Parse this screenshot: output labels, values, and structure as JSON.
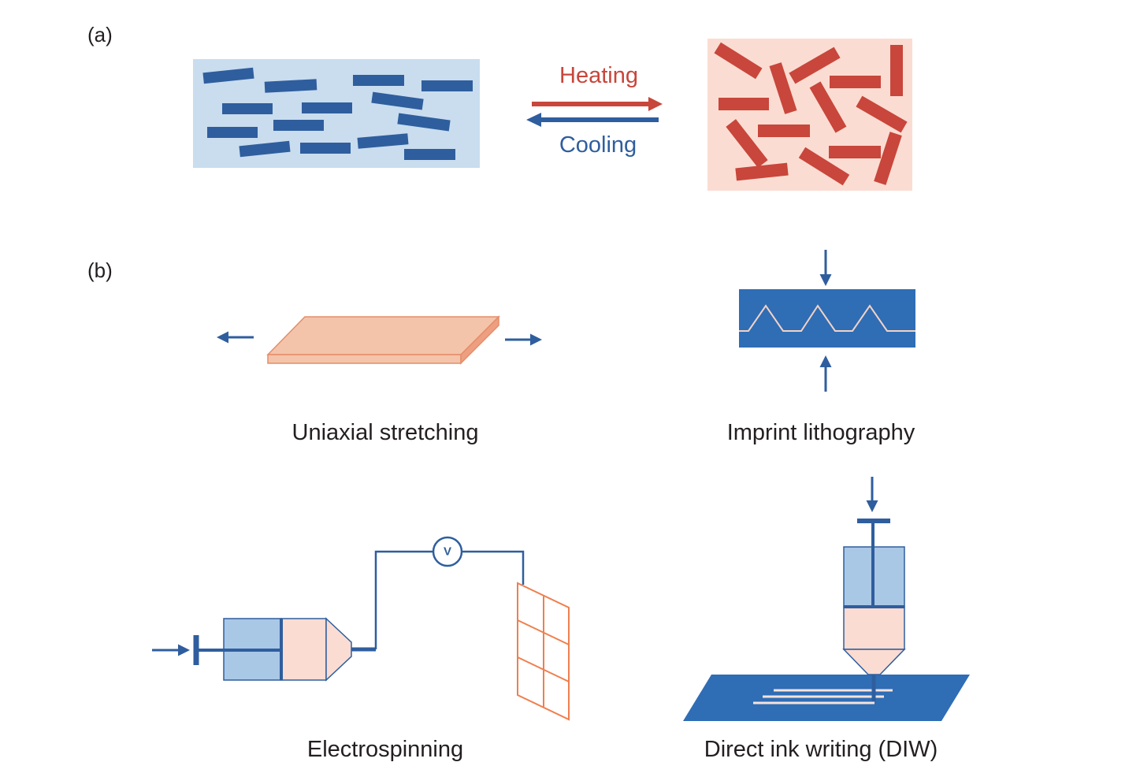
{
  "panels": {
    "a": {
      "label": "(a)"
    },
    "b": {
      "label": "(b)"
    }
  },
  "transition": {
    "heating_label": "Heating",
    "cooling_label": "Cooling"
  },
  "methods": {
    "uniaxial": "Uniaxial stretching",
    "imprint": "Imprint lithography",
    "electrospinning": "Electrospinning",
    "diw": "Direct ink writing (DIW)"
  },
  "voltmeter_symbol": "V",
  "colors": {
    "blue_dark": "#2f5e9e",
    "blue_light": "#c9ddef",
    "red": "#c8463b",
    "pink": "#fbdcd2",
    "salmon": "#f4c4aa",
    "orange": "#ef7f4e"
  }
}
